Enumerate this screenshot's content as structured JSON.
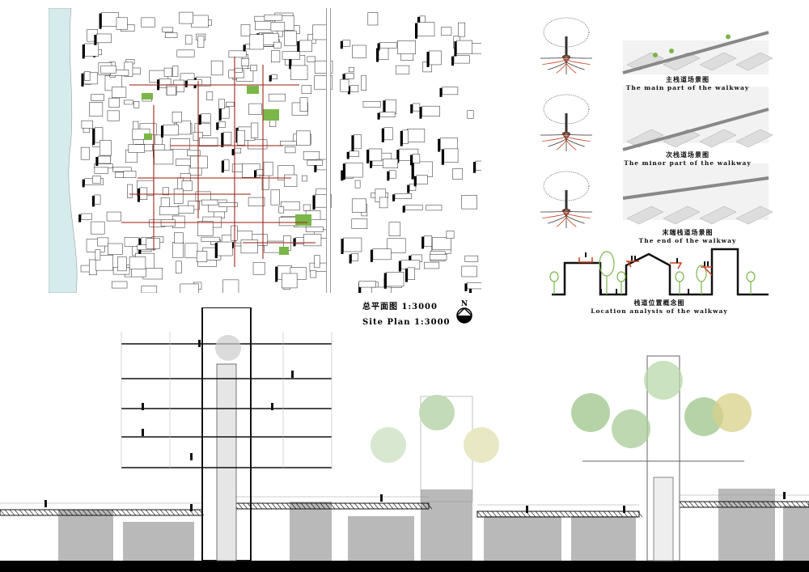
{
  "site_plan": {
    "title_zh": "总平面图  1:3000",
    "title_en": "Site Plan  1:3000",
    "north_label": "N"
  },
  "scenes": [
    {
      "title_zh": "主栈道场景图",
      "title_en": "The main part of the walkway"
    },
    {
      "title_zh": "次栈道场景图",
      "title_en": "The minor part of the walkway"
    },
    {
      "title_zh": "末端栈道场景图",
      "title_en": "The end of the walkway"
    }
  ],
  "location_analysis": {
    "title_zh": "栈道位置概念图",
    "title_en": "Location analysis of the walkway"
  },
  "colors": {
    "river": "#d6ecec",
    "path": "#9b2a1a",
    "green": "#7ab648",
    "walkway": "#c8401e",
    "block": "#b9b9b9"
  }
}
